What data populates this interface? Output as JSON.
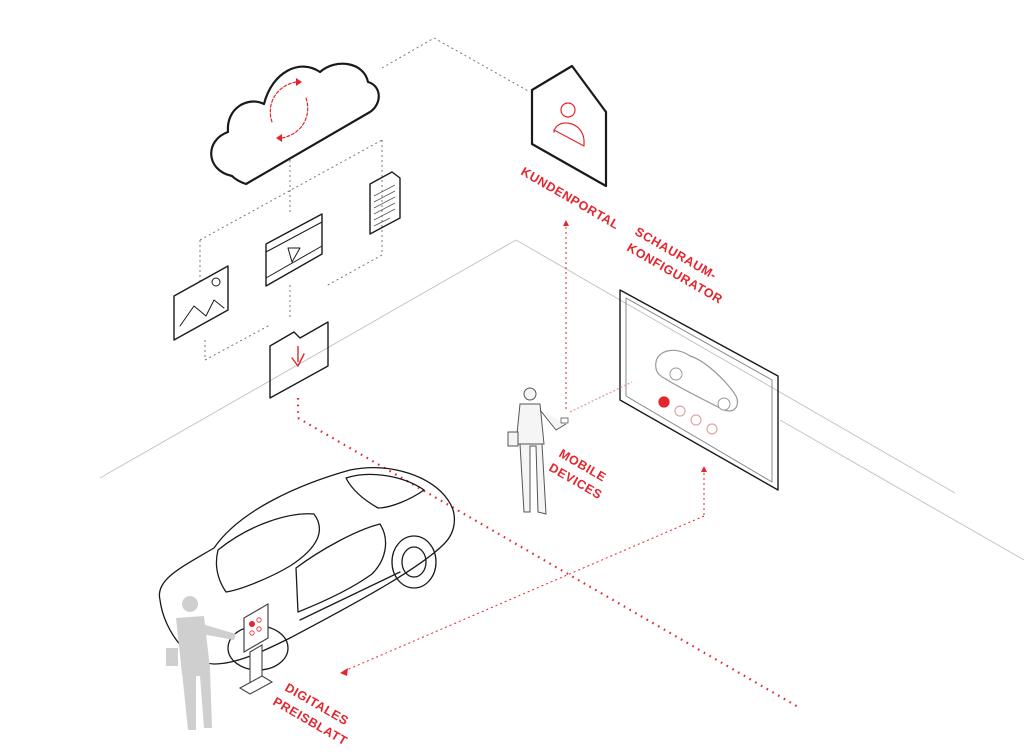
{
  "labels": {
    "kundenportal": "KUNDENPORTAL",
    "schauraum_line1": "SCHAURAUM-",
    "schauraum_line2": "KONFIGURATOR",
    "mobile_line1": "MOBILE",
    "mobile_line2": "DEVICES",
    "preisblatt_line1": "DIGITALES",
    "preisblatt_line2": "PREISBLATT"
  },
  "colors": {
    "accent": "#e3262d",
    "line": "#1a1a1a",
    "floor": "#bdbdbd",
    "person": "#c9c9c9",
    "person_dark": "#9a9a9a"
  },
  "icons": {
    "cloud": "cloud-sync-icon",
    "house": "house-user-icon",
    "document": "document-icon",
    "video": "video-film-icon",
    "image": "image-icon",
    "download": "download-folder-icon"
  },
  "configurator_dots": {
    "count": 4,
    "active_index": 0
  }
}
